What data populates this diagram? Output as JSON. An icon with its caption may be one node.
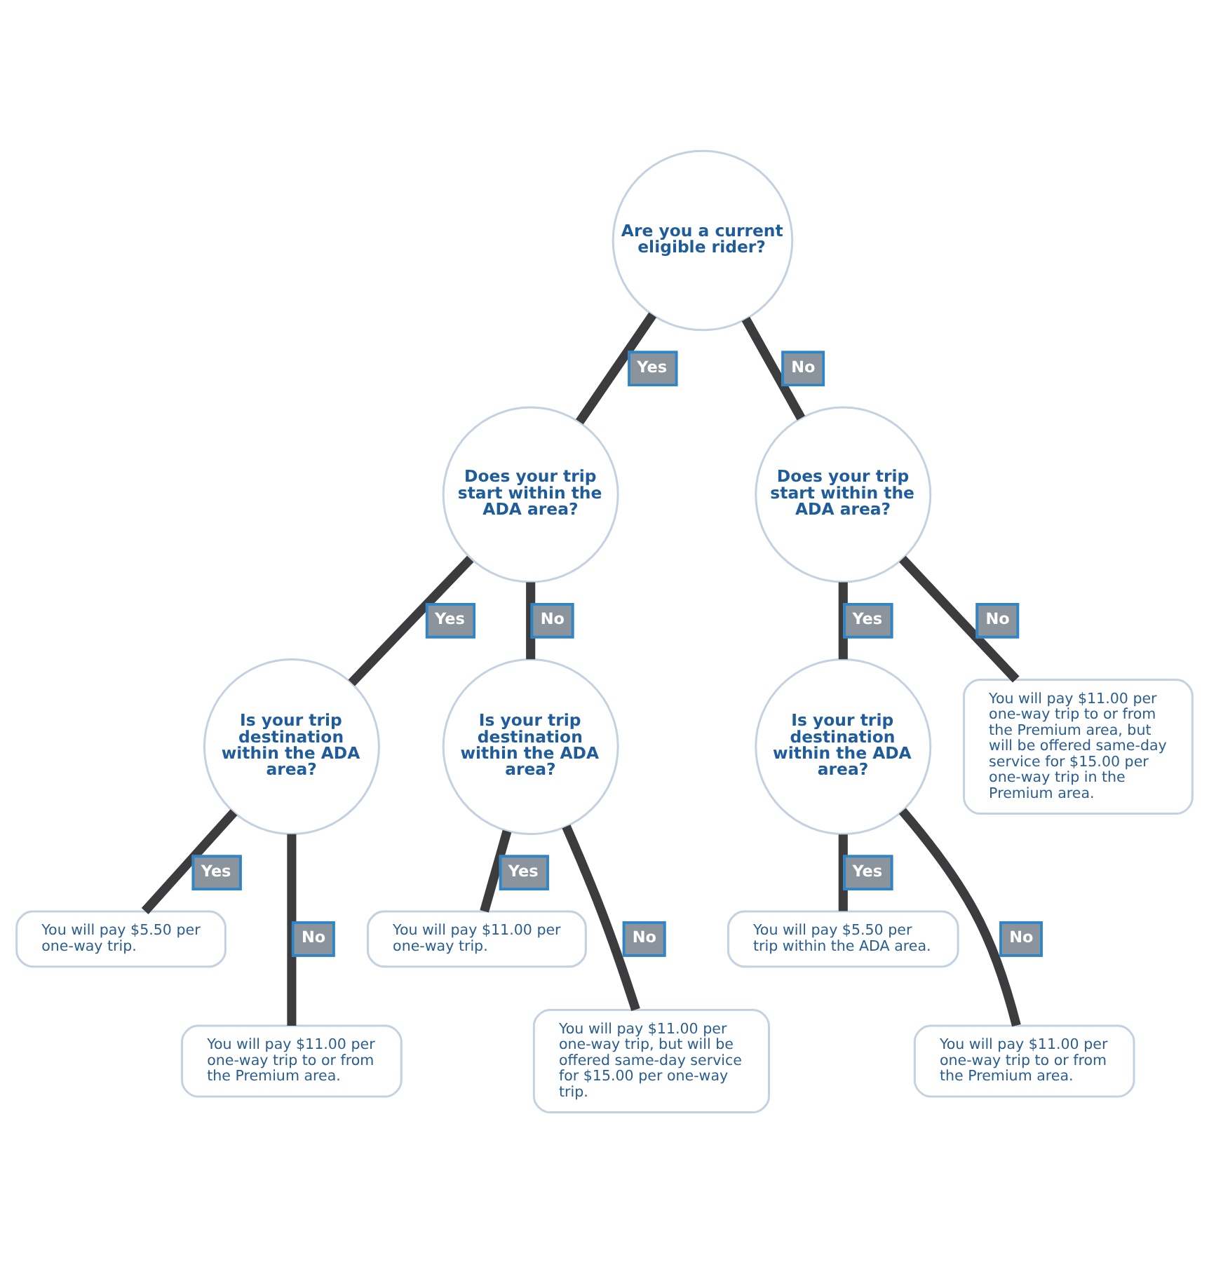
{
  "diagram": {
    "nodes": [
      {
        "text": [
          "Are you a current eligible rider?"
        ]
      },
      {
        "text": [
          "Does your trip start within the ADA area?"
        ]
      },
      {
        "text": [
          "Does your trip start within the ADA area?"
        ]
      },
      {
        "text": [
          "Is your trip destination within the ADA area?"
        ]
      },
      {
        "text": [
          "Is your trip destination within the ADA area?"
        ]
      },
      {
        "text": [
          "You will pay $11.00 per one-way trip to or from the Premium area, but will be offered same-day service for $15.00 per one-way trip in the Premium area."
        ]
      },
      {
        "text": [
          "Is your trip destination within the ADA area?"
        ]
      },
      {
        "text": [
          "You will pay $5.50 per one-way trip."
        ]
      },
      {
        "text": [
          "You will pay $11.00 per one-way trip to or from the Premium area."
        ]
      },
      {
        "text": [
          "You will pay $11.00 per one-way trip."
        ]
      },
      {
        "text": [
          "You will pay $11.00 per one-way trip, but will be offered same-day service for $15.00 per one-way trip."
        ]
      },
      {
        "text": [
          "You will pay $5.50 per trip within the ADA area."
        ]
      },
      {
        "text": [
          "You will pay $11.00 per one-way trip to or from the Premium area."
        ]
      }
    ],
    "edges": [
      {
        "from": 0,
        "to": 1,
        "arrow": "none",
        "label": "Yes"
      },
      {
        "from": 0,
        "to": 2,
        "arrow": "none",
        "label": "No"
      },
      {
        "from": 1,
        "to": 3,
        "arrow": "none",
        "label": "Yes"
      },
      {
        "from": 1,
        "to": 4,
        "arrow": "none",
        "label": "No"
      },
      {
        "from": 2,
        "to": 6,
        "arrow": "none",
        "label": "Yes"
      },
      {
        "from": 2,
        "to": 5,
        "arrow": "none",
        "label": "No"
      },
      {
        "from": 3,
        "to": 7,
        "arrow": "none",
        "label": "Yes"
      },
      {
        "from": 3,
        "to": 8,
        "arrow": "none",
        "label": "No"
      },
      {
        "from": 4,
        "to": 9,
        "arrow": "none",
        "label": "Yes"
      },
      {
        "from": 4,
        "to": 10,
        "arrow": "none",
        "label": "No"
      },
      {
        "from": 6,
        "to": 11,
        "arrow": "none",
        "label": "Yes"
      },
      {
        "from": 6,
        "to": 12,
        "arrow": "none",
        "label": "No"
      }
    ]
  }
}
